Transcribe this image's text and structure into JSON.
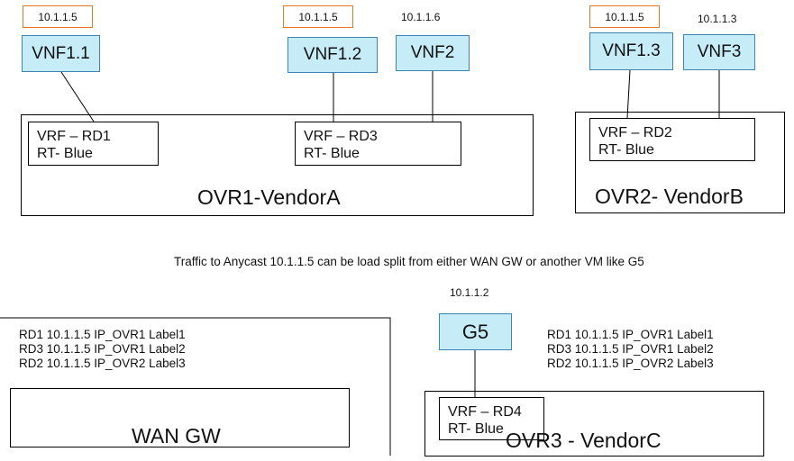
{
  "ovr1": {
    "title": "OVR1-VendorA",
    "vnfs": [
      {
        "name": "VNF1.1",
        "ip": "10.1.1.5",
        "ip_boxed": true
      },
      {
        "name": "VNF1.2",
        "ip": "10.1.1.5",
        "ip_boxed": true
      },
      {
        "name": "VNF2",
        "ip": "10.1.1.6",
        "ip_boxed": false
      }
    ],
    "vrfs": [
      {
        "line1": "VRF – RD1",
        "line2": "RT- Blue"
      },
      {
        "line1": "VRF – RD3",
        "line2": "RT- Blue"
      }
    ]
  },
  "ovr2": {
    "title": "OVR2- VendorB",
    "vnfs": [
      {
        "name": "VNF1.3",
        "ip": "10.1.1.5",
        "ip_boxed": true
      },
      {
        "name": "VNF3",
        "ip": "10.1.1.3",
        "ip_boxed": false
      }
    ],
    "vrf": {
      "line1": "VRF – RD2",
      "line2": "RT- Blue"
    }
  },
  "note": "Traffic to Anycast 10.1.1.5 can be load split from either WAN GW or another VM like G5",
  "wan_gw": {
    "title": "WAN GW",
    "routes": [
      "RD1 10.1.1.5 IP_OVR1 Label1",
      "RD3 10.1.1.5 IP_OVR1 Label2",
      "RD2 10.1.1.5 IP_OVR2 Label3"
    ]
  },
  "ovr3": {
    "title": "OVR3 - VendorC",
    "vm": {
      "name": "G5",
      "ip": "10.1.1.2"
    },
    "vrf": {
      "line1": "VRF – RD4",
      "line2": "RT- Blue"
    },
    "routes": [
      "RD1 10.1.1.5 IP_OVR1 Label1",
      "RD3 10.1.1.5 IP_OVR1 Label2",
      "RD2 10.1.1.5 IP_OVR2 Label3"
    ]
  },
  "colors": {
    "vnf_fill": "#c6ecf8",
    "vnf_border": "#3f85b3",
    "anycast_ip_border": "#e07a28",
    "line": "#000000"
  }
}
